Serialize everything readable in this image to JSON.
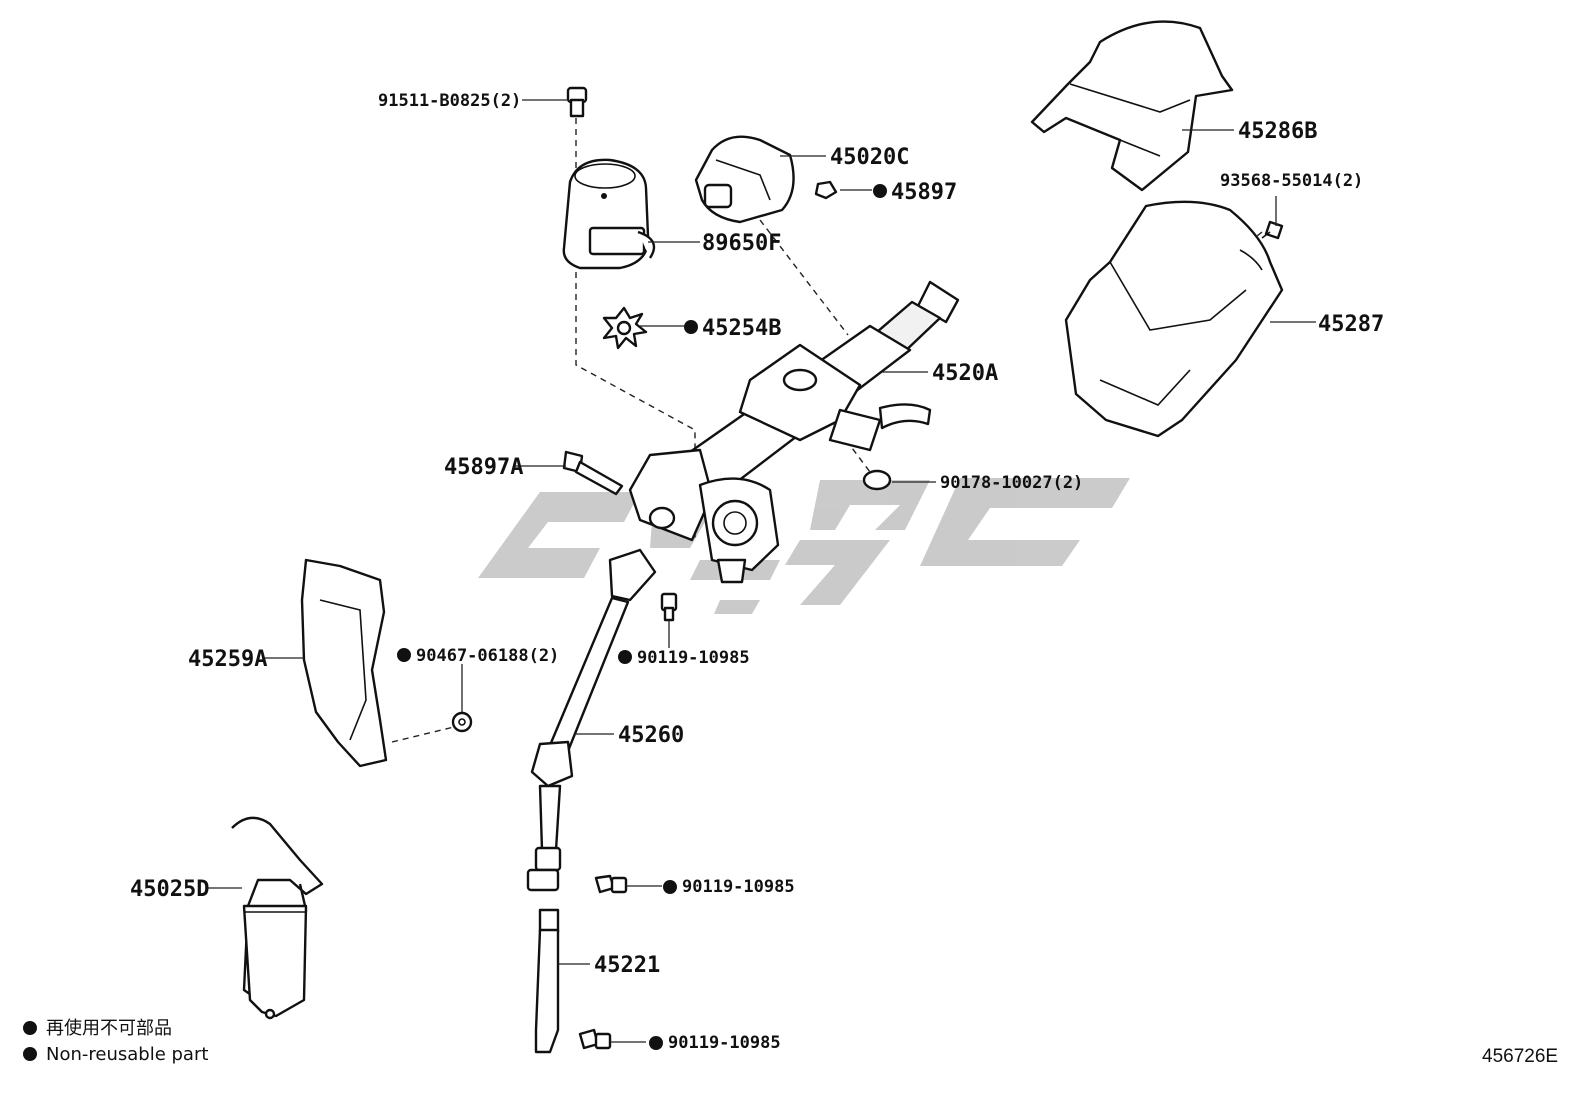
{
  "parts": {
    "p_91511": "91511-B0825(2)",
    "p_45020C": "45020C",
    "p_45897": "45897",
    "p_89650F": "89650F",
    "p_45254B": "45254B",
    "p_4520A": "4520A",
    "p_45897A": "45897A",
    "p_90178": "90178-10027(2)",
    "p_45286B": "45286B",
    "p_93568": "93568-55014(2)",
    "p_45287": "45287",
    "p_45259A": "45259A",
    "p_90467": "90467-06188(2)",
    "p_90119_a": "90119-10985",
    "p_45260": "45260",
    "p_45025D": "45025D",
    "p_90119_b": "90119-10985",
    "p_45221": "45221",
    "p_90119_c": "90119-10985"
  },
  "legend": {
    "jp": "再使用不可部品",
    "en": "Non-reusable part"
  },
  "diagram_code": "456726E",
  "colors": {
    "ink": "#111111",
    "watermark": "#c8c8c8"
  }
}
